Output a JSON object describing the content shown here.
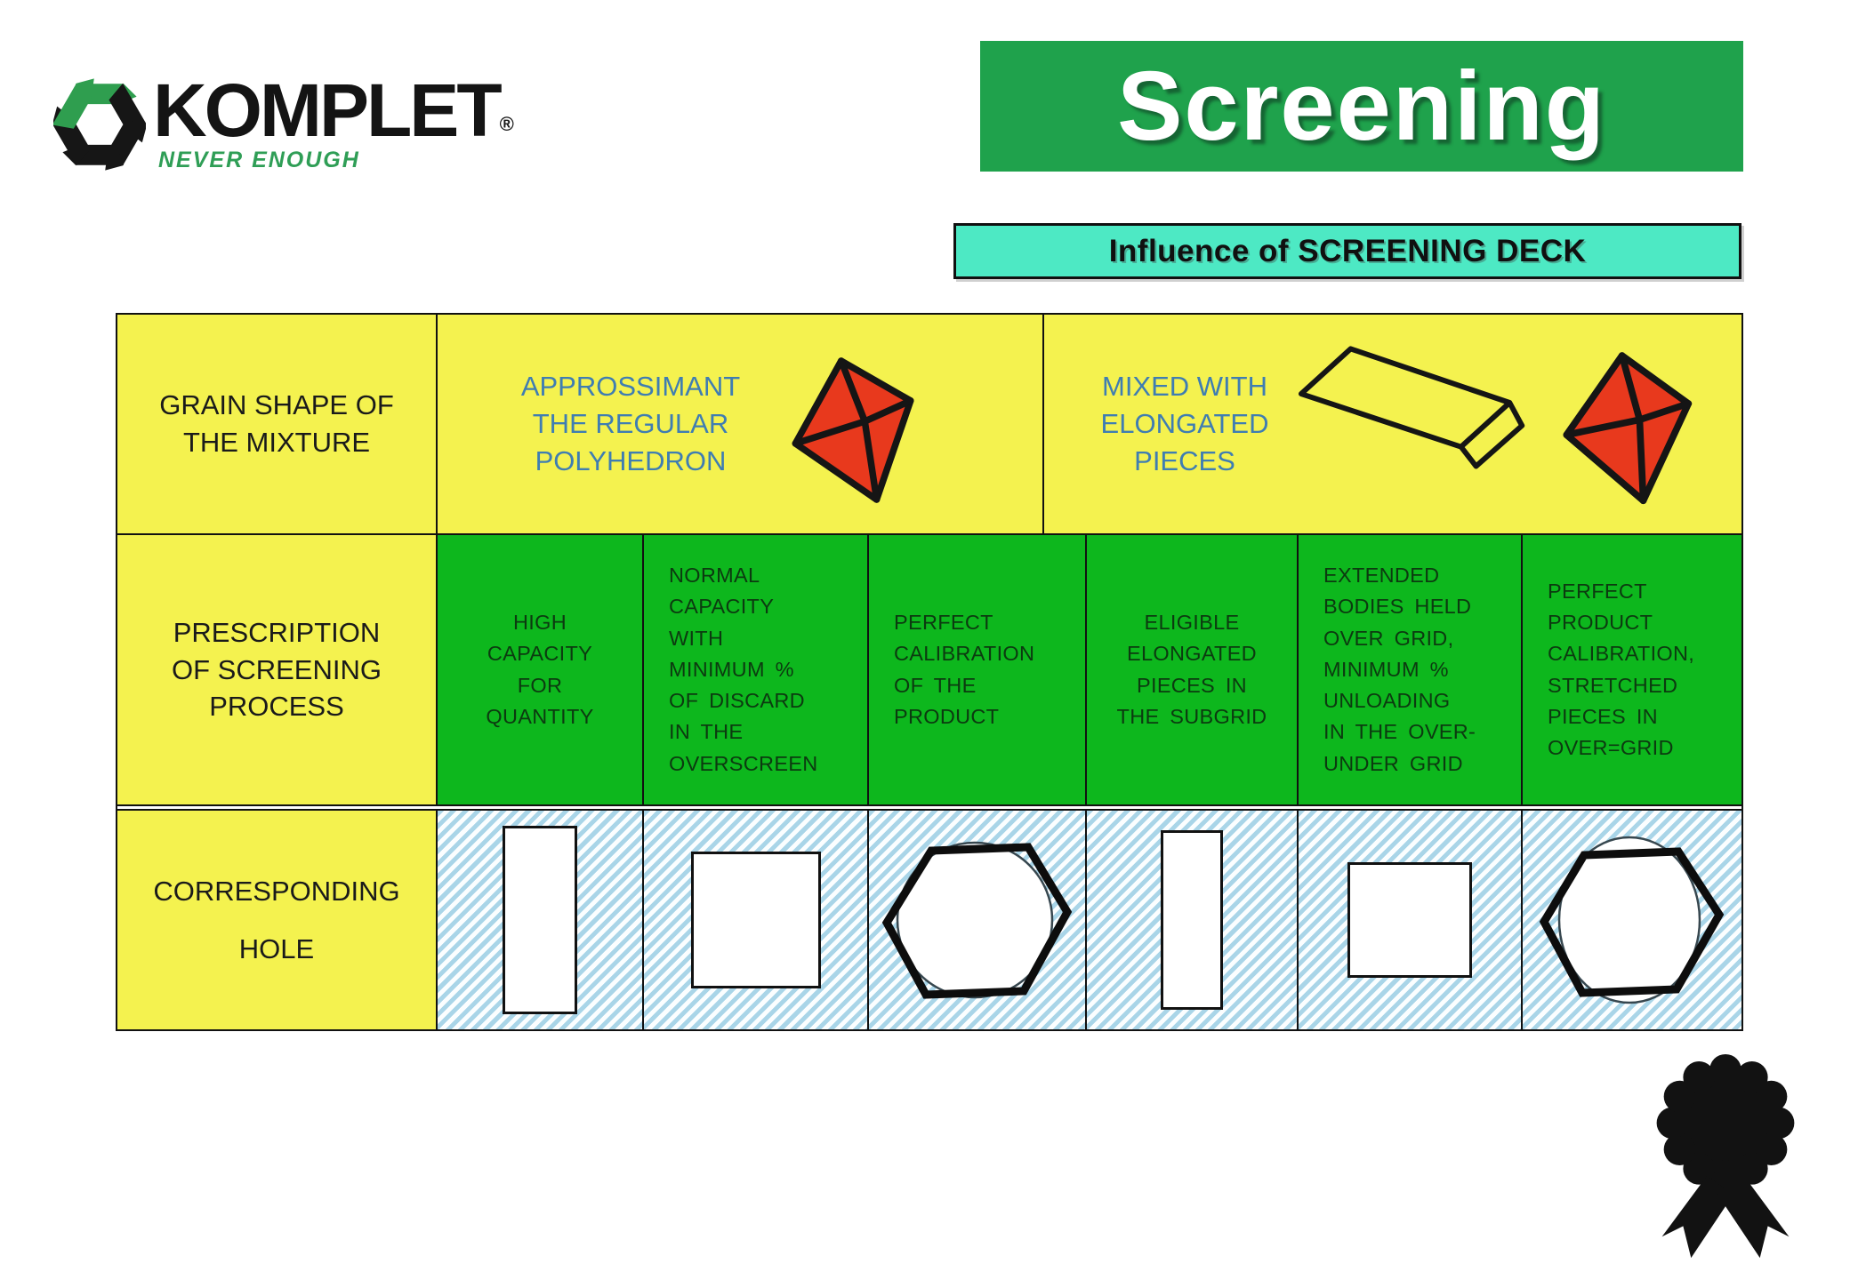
{
  "logo": {
    "brand": "KOMPLET",
    "registered": "®",
    "tagline": "NEVER ENOUGH"
  },
  "banner": {
    "title": "Screening"
  },
  "subtitle_banner": {
    "text": "Influence of SCREENING DECK"
  },
  "table": {
    "row1": {
      "header": "GRAIN SHAPE OF THE MIXTURE",
      "cell_regular": {
        "text": "APPROSSIMANT THE REGULAR POLYHEDRON",
        "icon": "red-polyhedron"
      },
      "cell_mixed": {
        "text": "MIXED WITH ELONGATED PIECES",
        "icons": [
          "elongated-bar",
          "red-polyhedron"
        ]
      }
    },
    "row2": {
      "header": "PRESCRIPTION OF SCREENING PROCESS",
      "cells": [
        {
          "text": "HIGH CAPACITY FOR QUANTITY"
        },
        {
          "text": "NORMAL CAPACITY WITH MINIMUM % OF DISCARD IN THE OVERSCREEN"
        },
        {
          "text": "PERFECT CALIBRATION OF THE PRODUCT"
        },
        {
          "text": "ELIGIBLE ELONGATED PIECES IN THE SUBGRID"
        },
        {
          "text": "EXTENDED BODIES HELD OVER GRID, MINIMUM % UNLOADING IN THE OVER-UNDER GRID"
        },
        {
          "text": "PERFECT PRODUCT CALIBRATION, STRETCHED PIECES IN OVER=GRID"
        }
      ]
    },
    "row3": {
      "header_line1": "CORRESPONDING",
      "header_line2": "HOLE",
      "holes": [
        "narrow-slot",
        "square",
        "hexagon-with-circle",
        "narrow-slot",
        "square",
        "hexagon-with-ellipse"
      ]
    }
  },
  "footer": {
    "icon": "award-rosette"
  },
  "colors": {
    "banner_green": "#1fa24c",
    "subtitle_cyan": "#4de9c4",
    "cell_yellow": "#f4f24f",
    "cell_green": "#0db71d",
    "hatch_blue": "#a9d5e8",
    "shape_red": "#e8391d",
    "blue_text": "#3f7db2",
    "tagline_green": "#2f9e56"
  }
}
